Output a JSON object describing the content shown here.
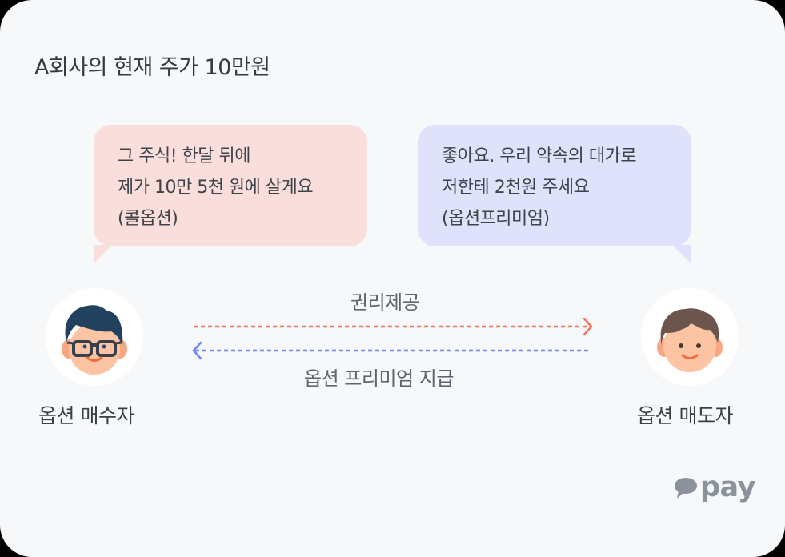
{
  "title": "A회사의 현재 주가 10만원",
  "bubbles": {
    "buyer": {
      "lines": [
        "그 주식! 한달 뒤에",
        "제가 10만 5천 원에 살게요",
        "(콜옵션)"
      ],
      "color": "#fadedb"
    },
    "seller": {
      "lines": [
        "좋아요. 우리 약속의 대가로",
        "저한테 2천원 주세요",
        "(옵션프리미엄)"
      ],
      "color": "#dfe2fa"
    }
  },
  "roles": {
    "buyer": {
      "label": "옵션 매수자",
      "icon": "buyer-avatar-glasses-icon"
    },
    "seller": {
      "label": "옵션 매도자",
      "icon": "seller-avatar-icon"
    }
  },
  "arrows": {
    "rights": {
      "label": "권리제공",
      "direction": "buyer-to-seller",
      "color": "#f2735a"
    },
    "premium": {
      "label": "옵션 프리미엄 지급",
      "direction": "seller-to-buyer",
      "color": "#6f86f0"
    }
  },
  "logo": {
    "text": "pay",
    "icon": "speech-bubble-icon"
  }
}
